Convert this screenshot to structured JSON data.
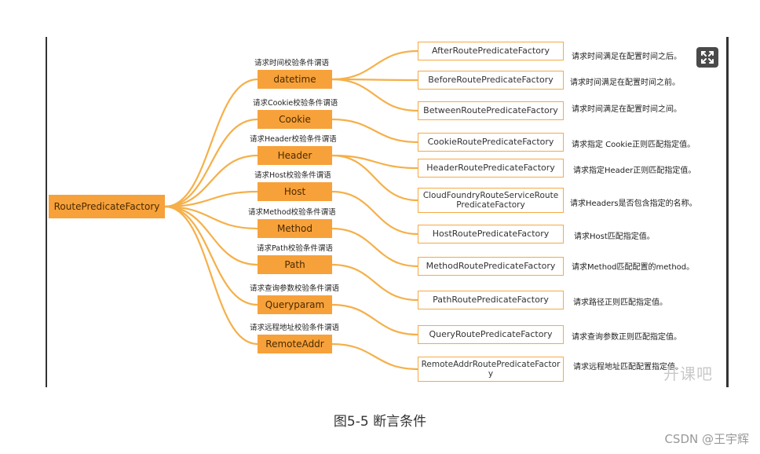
{
  "root": {
    "label": "RoutePredicateFactory"
  },
  "conditions": [
    {
      "key": "datetime",
      "label": "datetime",
      "caption": "请求时间校验条件谓语"
    },
    {
      "key": "cookie",
      "label": "Cookie",
      "caption": "请求Cookie校验条件谓语"
    },
    {
      "key": "header",
      "label": "Header",
      "caption": "请求Header校验条件谓语"
    },
    {
      "key": "host",
      "label": "Host",
      "caption": "请求Host校验条件谓语"
    },
    {
      "key": "method",
      "label": "Method",
      "caption": "请求Method校验条件谓语"
    },
    {
      "key": "path",
      "label": "Path",
      "caption": "请求Path校验条件谓语"
    },
    {
      "key": "queryparam",
      "label": "Queryparam",
      "caption": "请求查询参数校验条件谓语"
    },
    {
      "key": "remoteaddr",
      "label": "RemoteAddr",
      "caption": "请求远程地址校验条件谓语"
    }
  ],
  "factories": [
    {
      "label": "AfterRoutePredicateFactory",
      "desc": "请求时间满足在配置时间之后。"
    },
    {
      "label": "BeforeRoutePredicateFactory",
      "desc": "请求时间满足在配置时间之前。"
    },
    {
      "label": "BetweenRoutePredicateFactory",
      "desc": "请求时间满足在配置时间之间。"
    },
    {
      "label": "CookieRoutePredicateFactory",
      "desc": "请求指定 Cookie正则匹配指定值。"
    },
    {
      "label": "HeaderRoutePredicateFactory",
      "desc": "请求指定Header正则匹配指定值。"
    },
    {
      "label": "CloudFoundryRouteServiceRoutePredicateFactory",
      "desc": "请求Headers是否包含指定的名称。"
    },
    {
      "label": "HostRoutePredicateFactory",
      "desc": "请求Host匹配指定值。"
    },
    {
      "label": "MethodRoutePredicateFactory",
      "desc": "请求Method匹配配置的method。"
    },
    {
      "label": "PathRoutePredicateFactory",
      "desc": "请求路径正则匹配指定值。"
    },
    {
      "label": "QueryRoutePredicateFactory",
      "desc": "请求查询参数正则匹配指定值。"
    },
    {
      "label": "RemoteAddrRoutePredicateFactory",
      "desc": "请求远程地址匹配配置指定值。"
    }
  ],
  "expand_icon": "expand-arrows-icon",
  "watermark": "开课吧",
  "caption": "图5-5 断言条件",
  "credit": "CSDN @王宇辉",
  "colors": {
    "node_fill": "#f7a13a",
    "branch": "#f5b04a",
    "factory_border": "#f5a944"
  }
}
